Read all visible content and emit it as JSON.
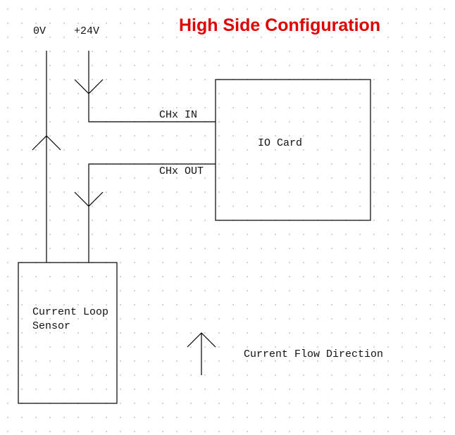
{
  "title": "High Side Configuration",
  "title_color": "#e00000",
  "labels": {
    "zero_v": "0V",
    "plus_24v": "+24V",
    "chx_in": "CHx IN",
    "chx_out": "CHx OUT",
    "io_card": "IO Card",
    "sensor_line1": "Current Loop",
    "sensor_line2": "Sensor",
    "current_flow": "Current Flow Direction"
  },
  "icons": [
    "arrow-down-icon",
    "arrow-up-icon"
  ]
}
